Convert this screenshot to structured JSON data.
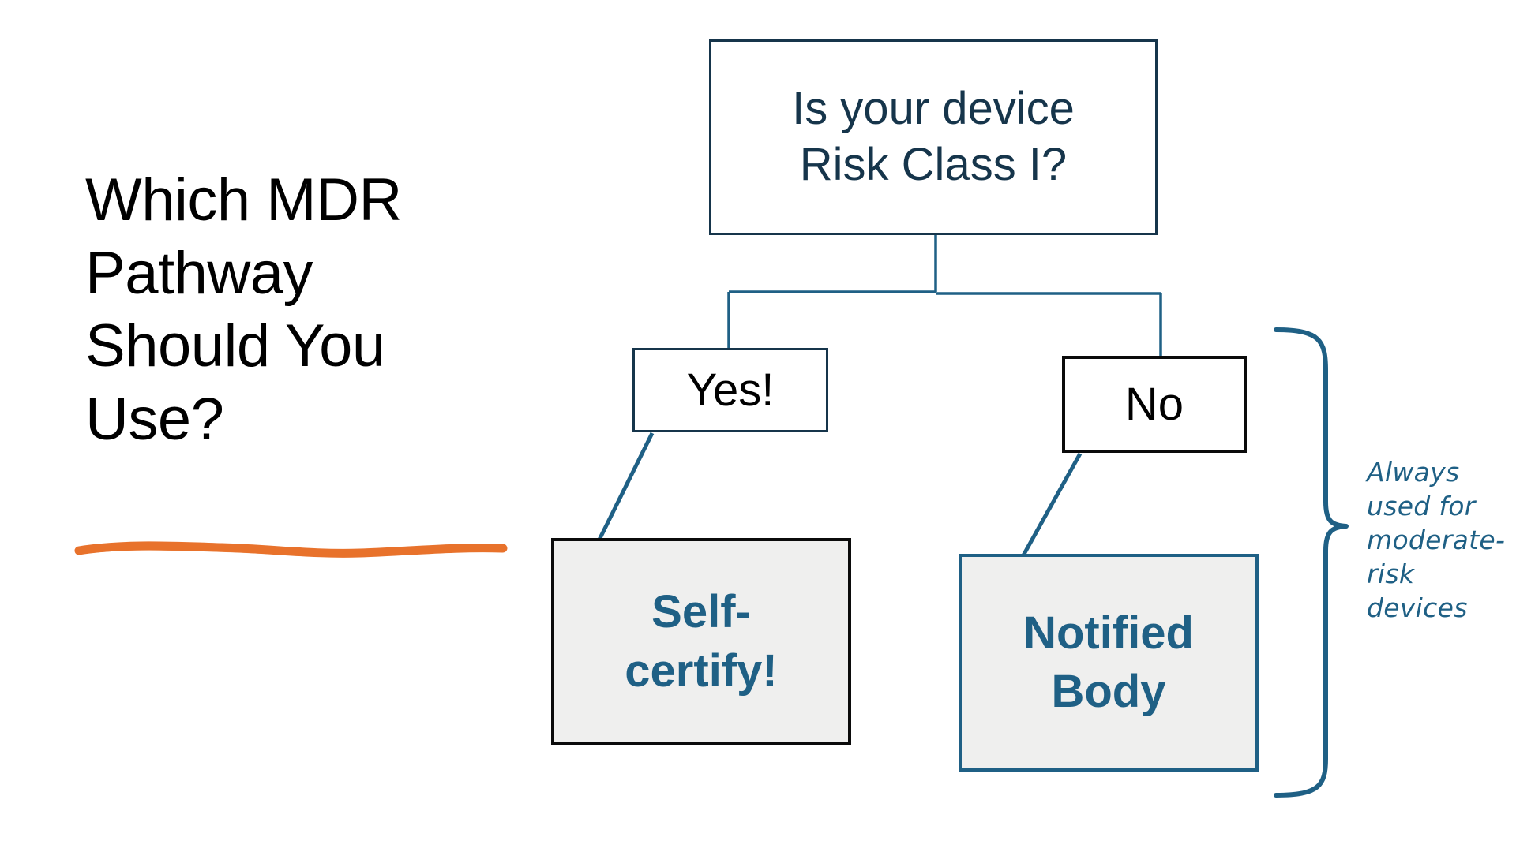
{
  "slide": {
    "background_color": "#ffffff",
    "title": "Which MDR Pathway Should You Use?",
    "title_color": "#000000",
    "underline_color": "#e8722c"
  },
  "colors": {
    "navy": "#16354b",
    "teal": "#1f6085",
    "black": "#0b0b0b",
    "node_fill_gray": "#efefee",
    "accent_orange": "#e8722c"
  },
  "flowchart": {
    "type": "decision-tree",
    "nodes": [
      {
        "id": "question",
        "label": "Is your device\nRisk Class I?",
        "role": "decision",
        "text_color": "#16354b",
        "border_color": "#16354b",
        "fill": "#ffffff"
      },
      {
        "id": "yes",
        "label": "Yes!",
        "role": "branch-label",
        "text_color": "#000000",
        "border_color": "#16354b",
        "fill": "#ffffff"
      },
      {
        "id": "no",
        "label": "No",
        "role": "branch-label",
        "text_color": "#000000",
        "border_color": "#0b0b0b",
        "fill": "#ffffff"
      },
      {
        "id": "self-certify",
        "label": "Self-\ncertify!",
        "role": "outcome",
        "text_color": "#1f6085",
        "border_color": "#0b0b0b",
        "fill": "#efefee"
      },
      {
        "id": "notified-body",
        "label": "Notified\nBody",
        "role": "outcome",
        "text_color": "#1f6085",
        "border_color": "#1f6085",
        "fill": "#efefee"
      }
    ],
    "edges": [
      {
        "from": "question",
        "to": "yes",
        "style": "elbow"
      },
      {
        "from": "question",
        "to": "no",
        "style": "elbow"
      },
      {
        "from": "yes",
        "to": "self-certify",
        "style": "diagonal"
      },
      {
        "from": "no",
        "to": "notified-body",
        "style": "diagonal"
      }
    ]
  },
  "annotation": {
    "brace_target": "notified-body",
    "text": "Always\nused for\nmoderate-\nrisk\ndevices",
    "color": "#1f6085"
  }
}
